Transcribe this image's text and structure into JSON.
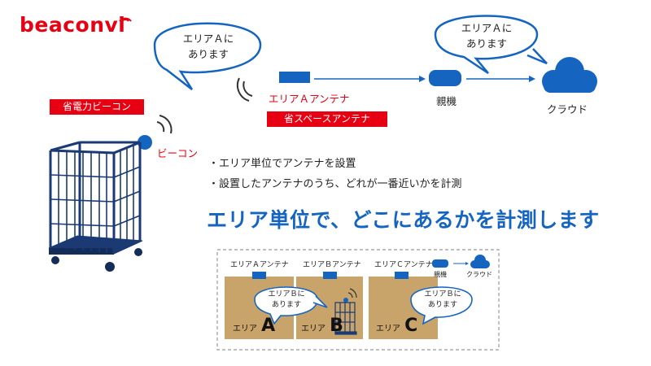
{
  "logo": "beaconvi",
  "top_diagram": {
    "bubble_left": [
      "エリアＡに",
      "あります"
    ],
    "bubble_right": [
      "エリアＡに",
      "あります"
    ],
    "antenna_label": "エリアＡアンテナ",
    "antenna_sub_label": "省スペースアンテナ",
    "parent_label": "親機",
    "cloud_label": "クラウド"
  },
  "beacon_section": {
    "power_label": "省電力ビーコン",
    "beacon_label": "ビーコン"
  },
  "bullets": [
    "・エリア単位でアンテナを設置",
    "・設置したアンテナのうち、どれが一番近いかを計測"
  ],
  "headline": "エリア単位で、どこにあるかを計測します",
  "inset": {
    "antenna_labels": [
      "エリアＡアンテナ",
      "エリアＢアンテナ",
      "エリアＣアンテナ"
    ],
    "area_prefix": "エリア",
    "area_letters": [
      "A",
      "B",
      "C"
    ],
    "parent_label": "親機",
    "cloud_label": "クラウド",
    "bubble_left": [
      "エリアＢに",
      "あります"
    ],
    "bubble_right": [
      "エリアＢに",
      "あります"
    ]
  },
  "colors": {
    "accent_blue": "#1565c0",
    "red": "#e60012",
    "box": "#c9a46a",
    "cart": "#1b3a73"
  }
}
